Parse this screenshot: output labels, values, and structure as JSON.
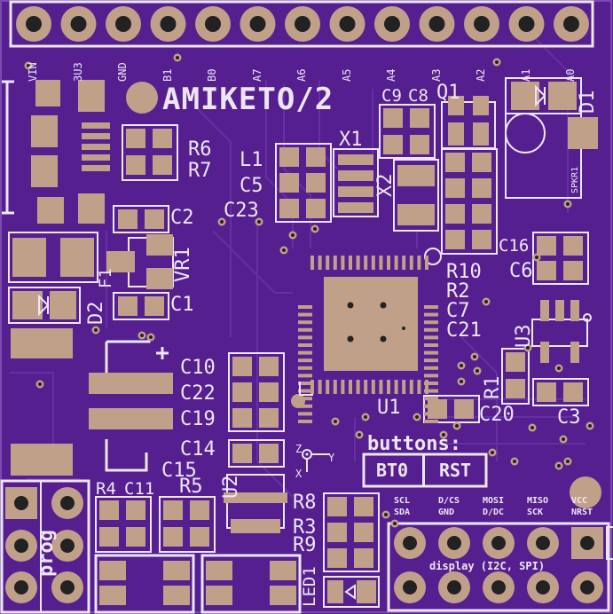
{
  "board": {
    "title": "AMIKETO/2",
    "buttons_header": "buttons:",
    "button_bt0": "BT0",
    "button_rst": "RST",
    "top_pins": [
      "VIN",
      "3U3",
      "GND",
      "B1",
      "B0",
      "A7",
      "A6",
      "A5",
      "A4",
      "A3",
      "A2",
      "A1",
      "A0"
    ],
    "prog_label": "prog",
    "display_label": "display (I2C, SPI)",
    "display_pins": [
      {
        "top": "SCL",
        "bottom": "SDA"
      },
      {
        "top": "D/CS",
        "bottom": "GND"
      },
      {
        "top": "MOSI",
        "bottom": "D/DC"
      },
      {
        "top": "MISO",
        "bottom": "SCK"
      },
      {
        "top": "VCC",
        "bottom": "NRST"
      }
    ],
    "axis_x": "X",
    "axis_y": "Y",
    "axis_z": "Z"
  },
  "components": {
    "R6": "R6",
    "R7": "R7",
    "L1": "L1",
    "C5": "C5",
    "C23": "C23",
    "X1": "X1",
    "X2": "X2",
    "C9": "C9",
    "C8": "C8",
    "Q1": "Q1",
    "D1": "D1",
    "SPKR1": "SPKR1",
    "C2": "C2",
    "VR1": "VR1",
    "F1": "F1",
    "D2": "D2",
    "C1": "C1",
    "R10": "R10",
    "R2": "R2",
    "C7": "C7",
    "C21": "C21",
    "C16": "C16",
    "C6": "C6",
    "U3": "U3",
    "C10": "C10",
    "C22": "C22",
    "C19": "C19",
    "C14": "C14",
    "C15": "C15",
    "U1": "U1",
    "R1": "R1",
    "C20": "C20",
    "C3": "C3",
    "R4": "R4",
    "C11": "C11",
    "R5": "R5",
    "U2": "U2",
    "R8": "R8",
    "R3": "R3",
    "R9": "R9",
    "LED1": "LED1"
  },
  "colors": {
    "board": "#561f8f",
    "silk": "#ece6f4",
    "pad": "#c1a08a"
  }
}
